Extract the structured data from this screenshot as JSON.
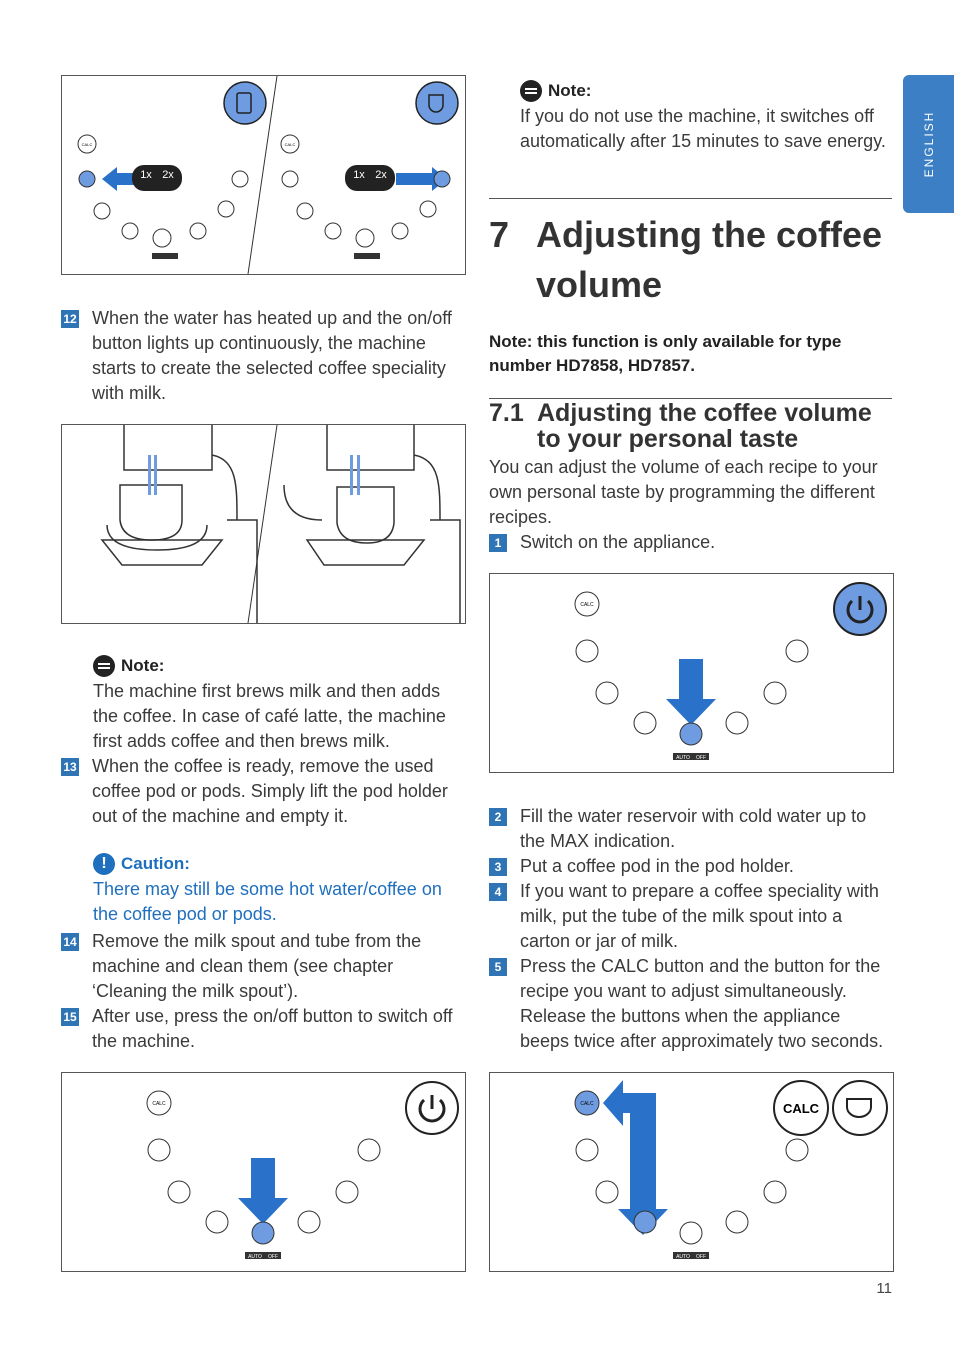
{
  "side_tab": {
    "label": "ENGLISH"
  },
  "page_number": "11",
  "left": {
    "step12": {
      "num": "12",
      "text": "When the water has heated up and the on/off button lights up continuously, the machine starts to create the selected coffee speciality with milk."
    },
    "note1": {
      "head": "Note:",
      "text": "The machine first brews milk and then adds the coffee. In case of café latte, the machine first adds coffee and then brews milk."
    },
    "step13": {
      "num": "13",
      "text": "When the coffee is ready, remove the used coffee pod or pods. Simply lift the pod holder out of the machine and empty it."
    },
    "caution": {
      "head": "Caution:",
      "text": "There may still be some hot water/coffee on the coffee pod or pods."
    },
    "step14": {
      "num": "14",
      "text": "Remove the milk spout and tube from the machine and clean them (see chapter ‘Cleaning the milk spout’)."
    },
    "step15": {
      "num": "15",
      "text": "After use, press the on/off button to switch off the machine."
    }
  },
  "right": {
    "note_top": {
      "head": "Note:",
      "text": "If you do not use the machine, it switches off automatically after 15 minutes to save energy."
    },
    "chapter": {
      "number": "7",
      "title": "Adjusting the coffee volume"
    },
    "chapter_note": "Note: this function is only available for type number HD7858, HD7857.",
    "section": {
      "number": "7.1",
      "title": "Adjusting the coffee volume to your personal taste"
    },
    "intro": "You can adjust the volume of each recipe to your own personal taste by programming the different recipes.",
    "step1": {
      "num": "1",
      "text": "Switch on the appliance."
    },
    "step2": {
      "num": "2",
      "text": "Fill the water reservoir with cold water up to the MAX indication."
    },
    "step3": {
      "num": "3",
      "text": "Put a coffee pod in the pod holder."
    },
    "step4": {
      "num": "4",
      "text": "If you want to prepare a coffee speciality with milk, put the tube of the milk spout into a carton or jar of milk."
    },
    "step5": {
      "num": "5",
      "text": "Press the CALC button and the button for the recipe you want to adjust simultaneously. Release the buttons when the appliance beeps twice after approximately two seconds."
    }
  },
  "panel_labels": {
    "calc": "CALC",
    "auto": "AUTO",
    "off": "OFF",
    "one_x": "1x",
    "two_x": "2x"
  },
  "colors": {
    "accent": "#2f74b5",
    "button_blue": "#6f9ce0",
    "arrow_blue": "#2a72c9"
  }
}
